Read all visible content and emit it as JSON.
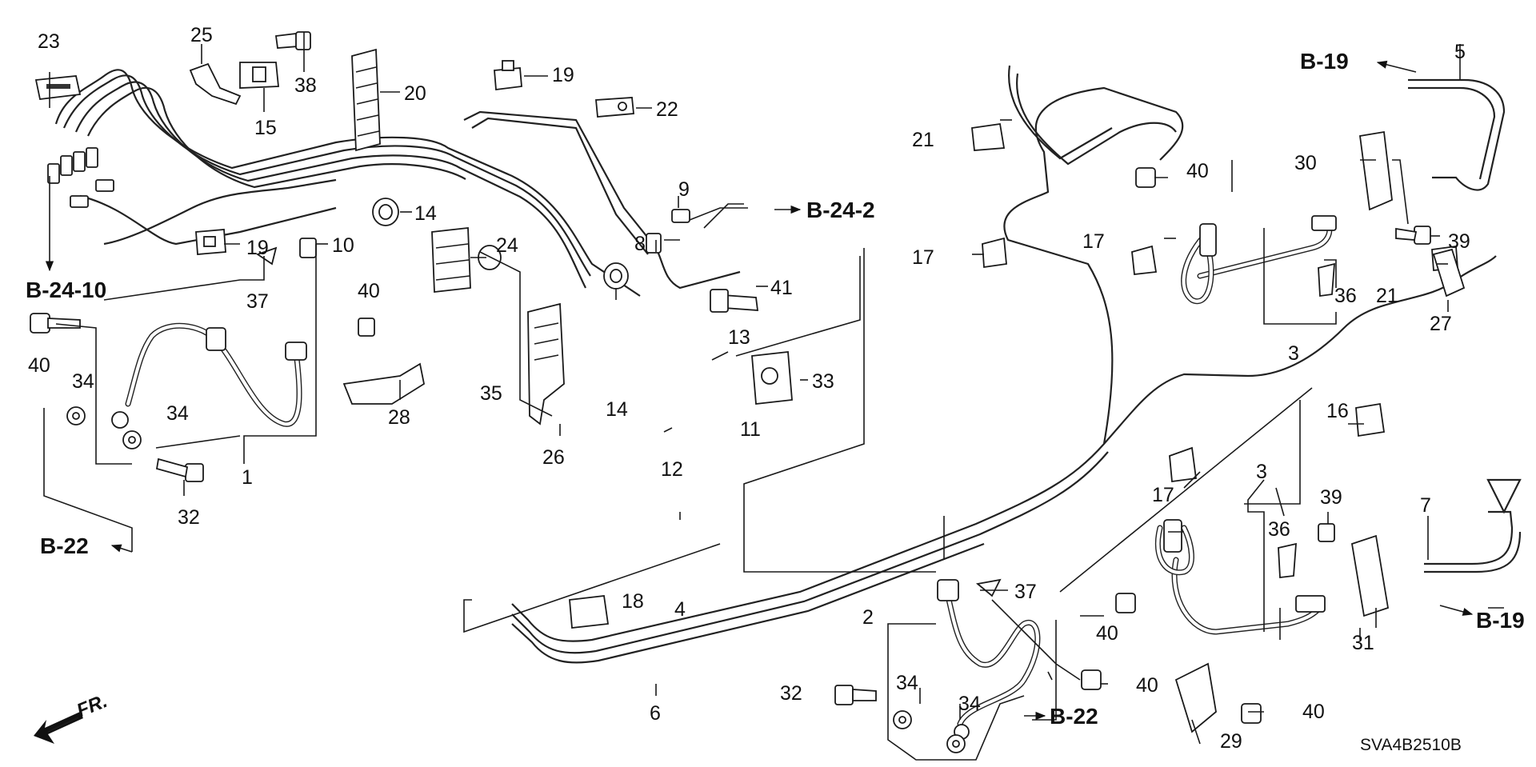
{
  "callouts": {
    "c23": "23",
    "c25": "25",
    "c38": "38",
    "c15": "15",
    "c20": "20",
    "c19a": "19",
    "c22": "22",
    "c14a": "14",
    "c10": "10",
    "c19b": "19",
    "c37a": "37",
    "c40a": "40",
    "c34a": "34",
    "c34b": "34",
    "c1": "1",
    "c32a": "32",
    "c40b": "40",
    "c28": "28",
    "c24": "24",
    "c9": "9",
    "c8": "8",
    "c41": "41",
    "c13": "13",
    "c35": "35",
    "c26": "26",
    "c14b": "14",
    "c33": "33",
    "c11": "11",
    "c12": "12",
    "c5": "5",
    "c21a": "21",
    "c40c": "40",
    "c30": "30",
    "c39a": "39",
    "c17a": "17",
    "c17b": "17",
    "c36a": "36",
    "c21b": "21",
    "c3a": "3",
    "c27": "27",
    "c16": "16",
    "c17c": "17",
    "c3b": "3",
    "c39b": "39",
    "c36b": "36",
    "c7": "7",
    "c40d": "40",
    "c31": "31",
    "c18": "18",
    "c4": "4",
    "c2": "2",
    "c37b": "37",
    "c40e": "40",
    "c6": "6",
    "c32b": "32",
    "c34c": "34",
    "c34d": "34",
    "c29": "29",
    "c40f": "40"
  },
  "references": {
    "b24_10": "B-24-10",
    "b24_2": "B-24-2",
    "b19_top": "B-19",
    "b19_right": "B-19",
    "b22_left": "B-22",
    "b22_bottom": "B-22"
  },
  "front_marker": "FR.",
  "diagram_code": "SVA4B2510B"
}
